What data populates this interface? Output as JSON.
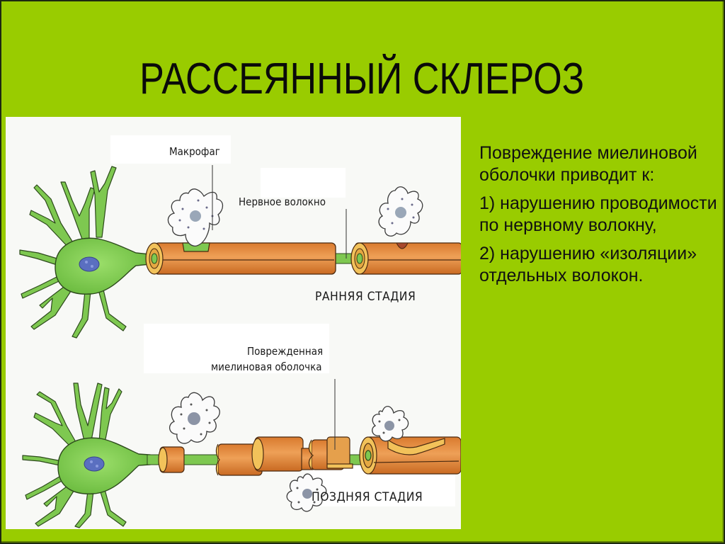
{
  "slide": {
    "title": "РАССЕЯННЫЙ СКЛЕРОЗ",
    "background_color": "#99cc00",
    "figure": {
      "labels": {
        "macrophage": "Макрофаг",
        "nerve_fiber": "Нервное волокно",
        "early_stage": "РАННЯЯ СТАДИЯ",
        "damaged_sheath_line1": "Поврежденная",
        "damaged_sheath_line2": "миелиновая оболочка",
        "late_stage": "ПОЗДНЯЯ СТАДИЯ"
      },
      "colors": {
        "neuron_green": "#7ec850",
        "myelin_orange": "#e08a3c",
        "myelin_inner": "#f2c25a",
        "nucleus_blue": "#5a6fc0",
        "panel_bg": "#f8f9f6"
      }
    },
    "body": {
      "intro": "Повреждение миелиновой оболочки приводит к:",
      "items": [
        "1) нарушению проводимости по нервному волокну,",
        "2) нарушению «изоляции» отдельных волокон."
      ]
    }
  }
}
